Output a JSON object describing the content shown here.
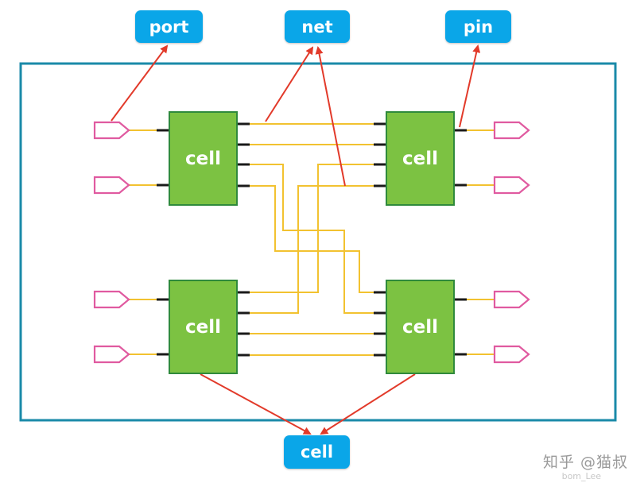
{
  "labels": {
    "port": "port",
    "net": "net",
    "pin": "pin",
    "cell_bottom": "cell"
  },
  "cells": [
    "cell",
    "cell",
    "cell",
    "cell"
  ],
  "watermark": {
    "text": "知乎 @猫叔",
    "sub": "bom_Lee"
  },
  "colors": {
    "frame": "#1a8aa8",
    "label_bg": "#0aa6e8",
    "cell_fill": "#7cc242",
    "cell_border": "#2f8a3c",
    "wire": "#f2c230",
    "arrow": "#e23a2a",
    "port_outline": "#e05aa0",
    "pin": "#1a1a1a"
  }
}
